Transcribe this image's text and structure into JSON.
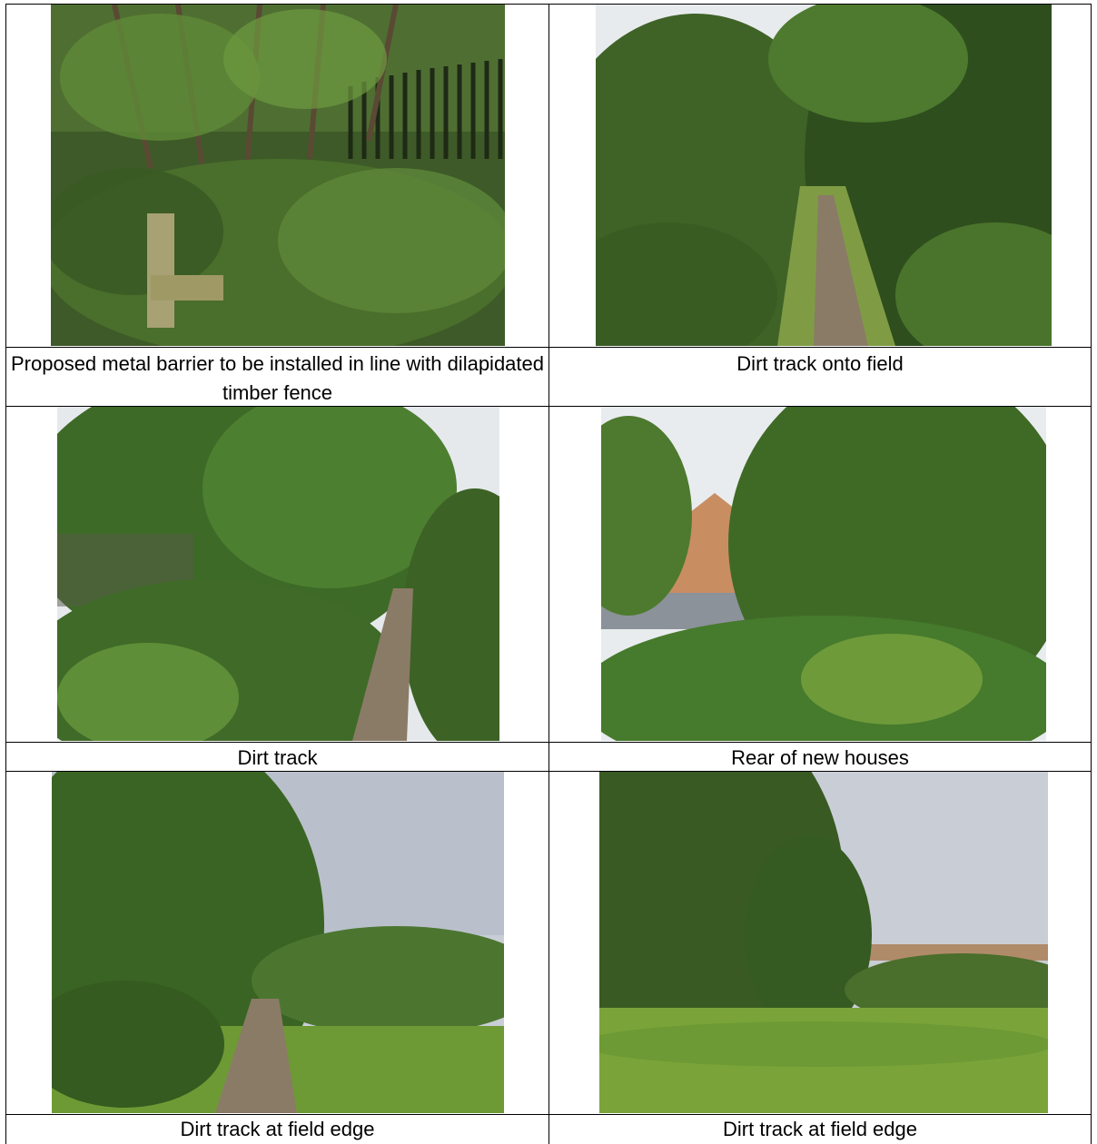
{
  "photos": [
    {
      "id": "p1",
      "caption": "Proposed metal barrier to be installed in line with dilapidated timber fence"
    },
    {
      "id": "p2",
      "caption": "Dirt track onto field"
    },
    {
      "id": "p3",
      "caption": "Dirt track"
    },
    {
      "id": "p4",
      "caption": "Rear of new houses"
    },
    {
      "id": "p5",
      "caption": "Dirt track at field edge"
    },
    {
      "id": "p6",
      "caption": "Dirt track at field edge"
    }
  ],
  "colors": {
    "foliage_dark": "#2f4a1f",
    "foliage_mid": "#4f7a2c",
    "foliage_light": "#8fae4a",
    "sky": "#e9ecef",
    "path": "#8a7b66",
    "brick": "#c98d62",
    "grass": "#6d9a34"
  }
}
